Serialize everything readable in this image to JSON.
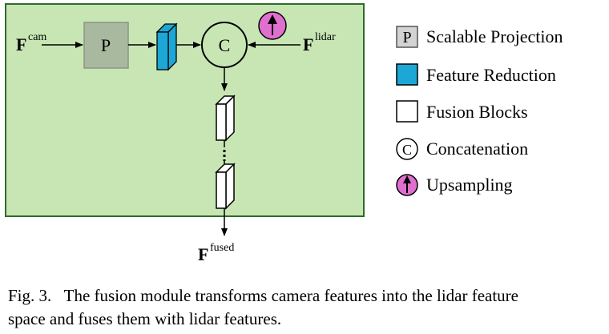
{
  "inputs": {
    "camera": {
      "base": "F",
      "superscript": "cam"
    },
    "lidar": {
      "base": "F",
      "superscript": "lidar"
    },
    "output": {
      "base": "F",
      "superscript": "fused"
    }
  },
  "nodes": {
    "projection_letter": "P",
    "concat_letter": "C"
  },
  "legend": [
    {
      "symbol": "P",
      "label": "Scalable Projection"
    },
    {
      "symbol": "",
      "label": "Feature Reduction"
    },
    {
      "symbol": "",
      "label": "Fusion Blocks"
    },
    {
      "symbol": "C",
      "label": "Concatenation"
    },
    {
      "symbol": "",
      "label": "Upsampling"
    }
  ],
  "caption": {
    "prefix": "Fig. 3.",
    "line1": "The fusion module transforms camera features into the lidar feature",
    "line2": "space and fuses them with lidar features."
  },
  "colors": {
    "module_background": "#c8e6b4",
    "module_border": "#2e6b2a",
    "projection_fill": "#a9b9a0",
    "reduction_fill": "#1ca7d6",
    "upsampling_fill": "#e070d0",
    "fusion_block_fill": "#ffffff"
  }
}
